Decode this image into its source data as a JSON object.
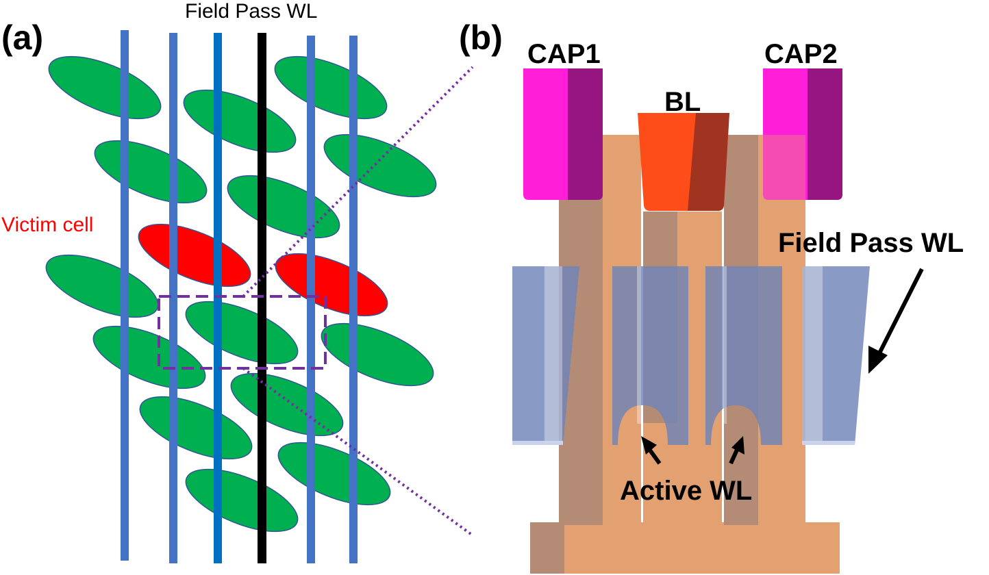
{
  "panel_a": {
    "label": "(a)",
    "top_label": "Field Pass WL",
    "victim_label": "Victim cell",
    "colors": {
      "cell": "#00b050",
      "victim_cell": "#ff0000",
      "wordline": "#4472c4",
      "wordline_dark": "#0070c0",
      "field_pass_wl": "#000000",
      "zoom_box": "#7030a0"
    }
  },
  "panel_b": {
    "label": "(b)",
    "cap1": "CAP1",
    "cap2": "CAP2",
    "bl": "BL",
    "field_pass_wl": "Field Pass WL",
    "active_wl": "Active WL",
    "colors": {
      "silicon": "#e3a070",
      "silicon_shadow": "#b48b74",
      "capacitor": "#ff1fd8",
      "capacitor_shadow": "#961580",
      "bitline": "#ff4d1a",
      "bitline_shadow": "#a03420",
      "wordline": "#7085b8"
    }
  }
}
